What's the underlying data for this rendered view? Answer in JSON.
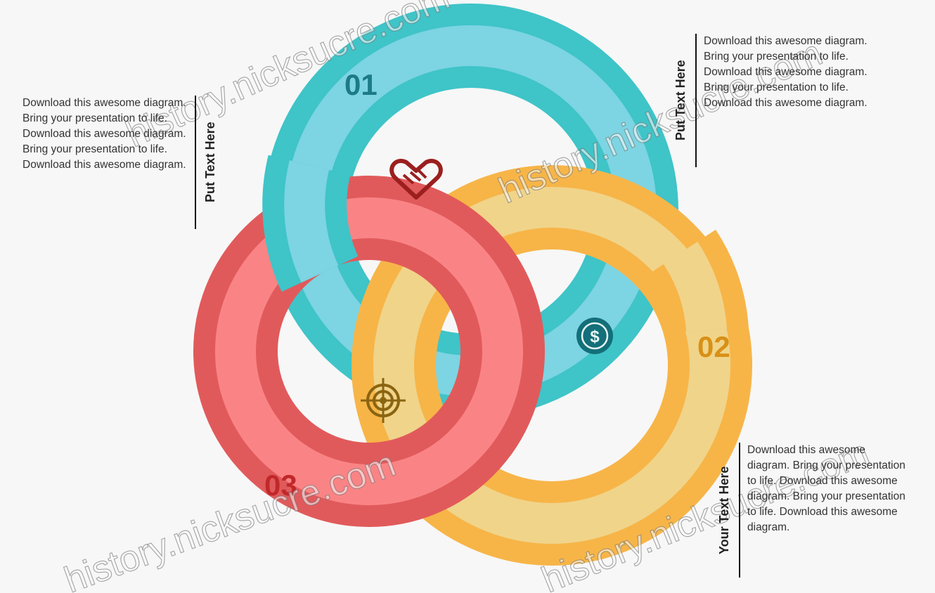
{
  "labels": {
    "n1": "01",
    "n2": "02",
    "n3": "03"
  },
  "panels": {
    "left": {
      "title": "Put Text Here",
      "body": "Download this awesome diagram. Bring your presentation to life. Download this awesome diagram. Bring your presentation to life. Download this awesome diagram."
    },
    "top_right": {
      "title": "Put Text Here",
      "body": "Download this awesome diagram. Bring your presentation to life. Download this awesome diagram. Bring your presentation to life. Download this awesome diagram."
    },
    "bottom_right": {
      "title": "Your Text Here",
      "body": "Download this awesome diagram. Bring your presentation to life. Download this awesome diagram. Bring your presentation to life. Download this awesome diagram."
    }
  },
  "icons": [
    "handshake-icon",
    "dollar-coin-icon",
    "target-icon"
  ],
  "colors": {
    "teal_dark": "#3fc4c8",
    "teal_light": "#7dd4e2",
    "red_dark": "#e15a5b",
    "red_light": "#fa8485",
    "orange_dark": "#f7b548",
    "orange_light": "#f0d48a",
    "num1": "#1c7b86",
    "num2": "#d89016",
    "num3": "#c0282a"
  },
  "watermarks": [
    "history.nicksucre.com",
    "history.nicksucre.com",
    "history.nicksucre.com",
    "history.nicksucre.com"
  ]
}
